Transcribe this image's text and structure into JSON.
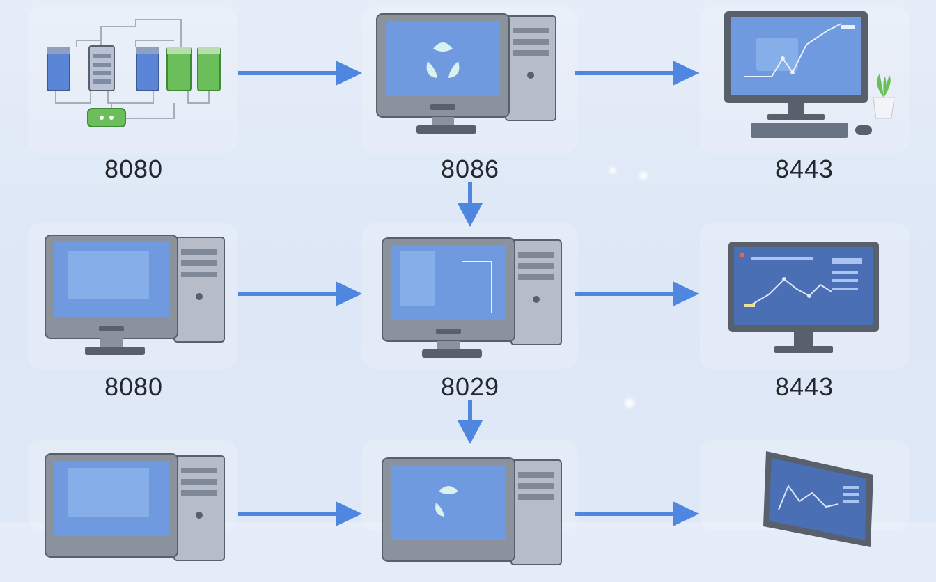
{
  "colors": {
    "arrow": "#4f86e0",
    "screen": "#6f9ae0",
    "screen_dark": "#4a6fb5",
    "case": "#a7aebb",
    "frame": "#58606c",
    "green": "#6bbf5a",
    "background": "#e3ebf7"
  },
  "rows": [
    {
      "nodes": [
        {
          "type": "server-rack",
          "label": "8080"
        },
        {
          "type": "desktop-pc",
          "label": "8086"
        },
        {
          "type": "monitor-chart-with-plant",
          "label": "8443"
        }
      ]
    },
    {
      "nodes": [
        {
          "type": "desktop-pc",
          "label": "8080"
        },
        {
          "type": "desktop-pc",
          "label": "8029"
        },
        {
          "type": "monitor-dashboard",
          "label": "8443"
        }
      ]
    },
    {
      "nodes": [
        {
          "type": "desktop-pc"
        },
        {
          "type": "desktop-pc"
        },
        {
          "type": "monitor-chart"
        }
      ]
    }
  ]
}
